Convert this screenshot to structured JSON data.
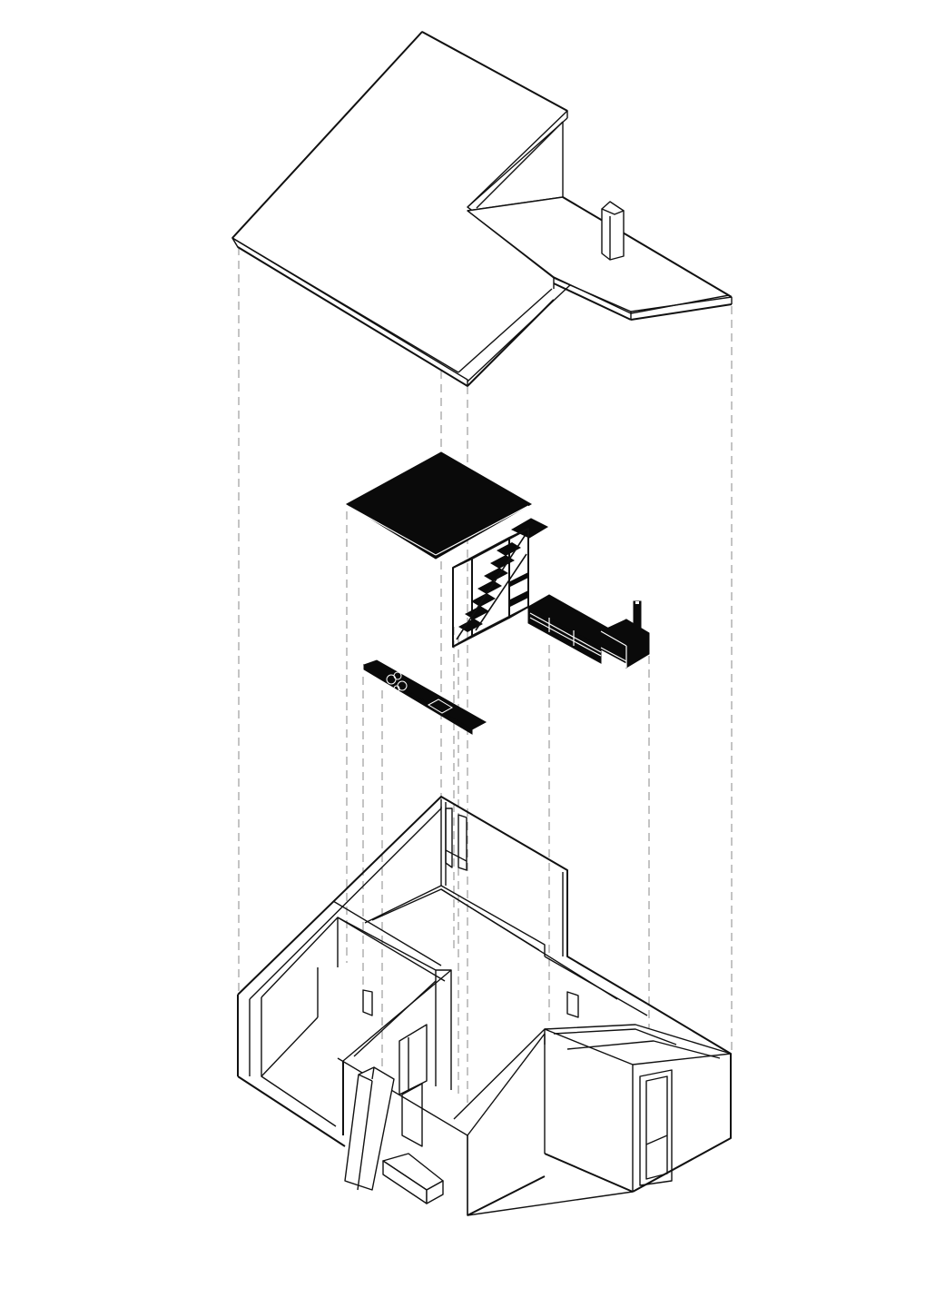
{
  "drawing": {
    "title": "Exploded axonometric of house renovation",
    "type": "architectural exploded axonometric",
    "background": "#ffffff",
    "line_color": "#111111",
    "fill_color_inserts": "#0a0a0a",
    "layers": [
      {
        "id": "roof",
        "label": "Roof (L-shaped pitched roof with chimney)"
      },
      {
        "id": "inserts",
        "label": "Inserted elements (black platform, staircase, shelving unit with stove, kitchen counter)"
      },
      {
        "id": "ground",
        "label": "Ground floor shell (walls, openings, bay window)"
      }
    ],
    "elements": {
      "roof": "L-shaped roof",
      "chimney": "chimney",
      "platform": "black mezzanine platform",
      "hatch": "small hatch panel",
      "stair": "staircase with frame",
      "shelving": "low shelving unit",
      "stove": "stove with flue",
      "counter": "kitchen counter with hob and sink",
      "walls": "ground floor walls",
      "bay": "bay window box",
      "entrance": "entrance step and canopy"
    }
  }
}
